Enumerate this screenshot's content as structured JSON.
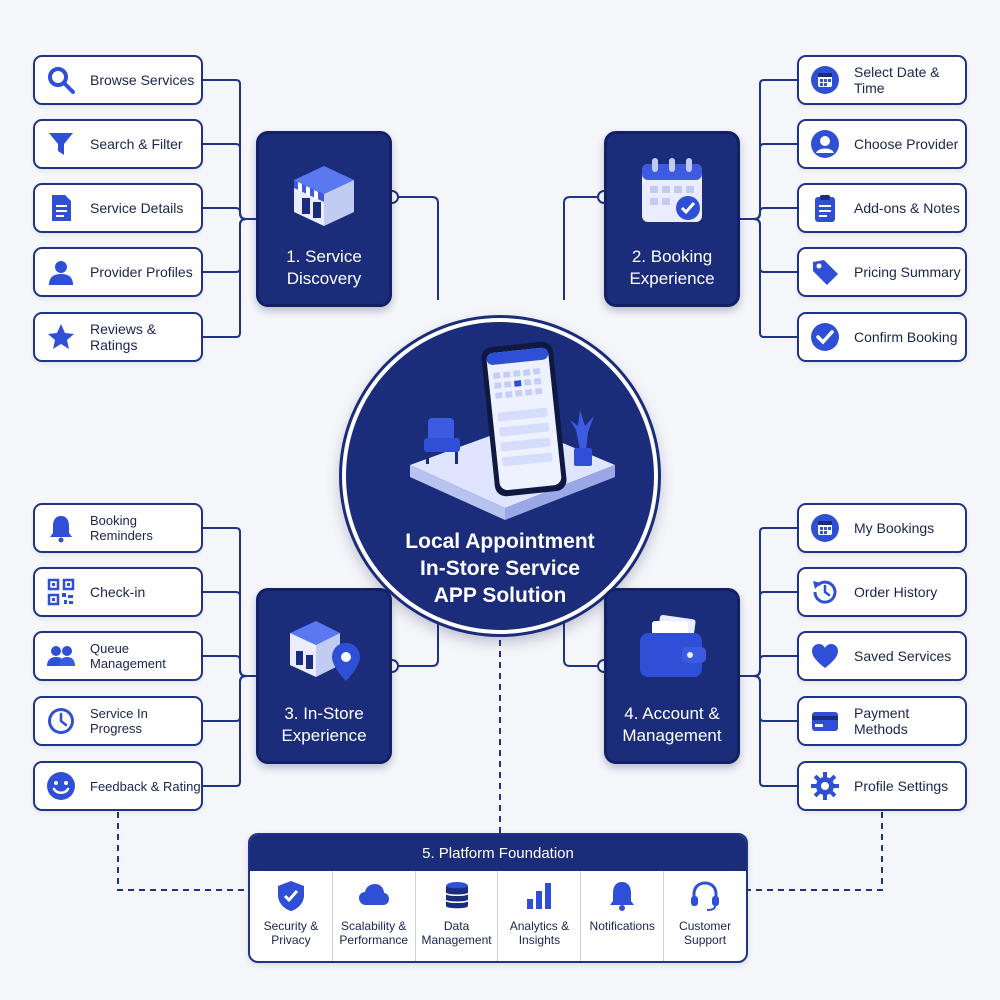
{
  "center": {
    "title_lines": [
      "Local Appointment",
      "In-Store Service",
      "APP Solution"
    ]
  },
  "colors": {
    "navy": "#1b2c7a",
    "blue": "#2f4fd6",
    "border": "#1f3487",
    "background": "#f5f6fa"
  },
  "hubs": [
    {
      "key": "discovery",
      "title_lines": [
        "1. Service",
        "Discovery"
      ],
      "icon": "storefront-icon"
    },
    {
      "key": "booking",
      "title_lines": [
        "2. Booking",
        "Experience"
      ],
      "icon": "calendar-check-icon"
    },
    {
      "key": "instore",
      "title_lines": [
        "3. In-Store",
        "Experience"
      ],
      "icon": "store-location-icon"
    },
    {
      "key": "account",
      "title_lines": [
        "4. Account &",
        "Management"
      ],
      "icon": "wallet-icon"
    }
  ],
  "branches": {
    "discovery": [
      {
        "label": "Browse Services",
        "icon": "search-icon"
      },
      {
        "label": "Search & Filter",
        "icon": "filter-icon"
      },
      {
        "label": "Service Details",
        "icon": "document-icon"
      },
      {
        "label": "Provider Profiles",
        "icon": "person-icon"
      },
      {
        "label": "Reviews & Ratings",
        "icon": "star-icon"
      }
    ],
    "booking": [
      {
        "label": "Select Date & Time",
        "icon": "calendar-icon"
      },
      {
        "label": "Choose Provider",
        "icon": "user-circle-icon"
      },
      {
        "label": "Add-ons & Notes",
        "icon": "clipboard-icon"
      },
      {
        "label": "Pricing Summary",
        "icon": "price-tag-icon"
      },
      {
        "label": "Confirm Booking",
        "icon": "check-circle-icon"
      }
    ],
    "instore": [
      {
        "label": "Booking Reminders",
        "icon": "bell-icon"
      },
      {
        "label": "Check-in",
        "icon": "qr-code-icon"
      },
      {
        "label": "Queue Management",
        "icon": "people-icon"
      },
      {
        "label": "Service In Progress",
        "icon": "clock-icon"
      },
      {
        "label": "Feedback & Rating",
        "icon": "smiley-icon"
      }
    ],
    "account": [
      {
        "label": "My Bookings",
        "icon": "calendar-icon"
      },
      {
        "label": "Order History",
        "icon": "history-icon"
      },
      {
        "label": "Saved Services",
        "icon": "heart-icon"
      },
      {
        "label": "Payment Methods",
        "icon": "credit-card-icon"
      },
      {
        "label": "Profile Settings",
        "icon": "gear-icon"
      }
    ]
  },
  "foundation": {
    "title": "5. Platform Foundation",
    "items": [
      {
        "lines": [
          "Security &",
          "Privacy"
        ],
        "icon": "shield-check-icon"
      },
      {
        "lines": [
          "Scalability &",
          "Performance"
        ],
        "icon": "cloud-icon"
      },
      {
        "lines": [
          "Data",
          "Management"
        ],
        "icon": "database-icon"
      },
      {
        "lines": [
          "Analytics &",
          "Insights"
        ],
        "icon": "bar-chart-icon"
      },
      {
        "lines": [
          "Notifications"
        ],
        "icon": "bell-icon"
      },
      {
        "lines": [
          "Customer",
          "Support"
        ],
        "icon": "headset-icon"
      }
    ]
  }
}
